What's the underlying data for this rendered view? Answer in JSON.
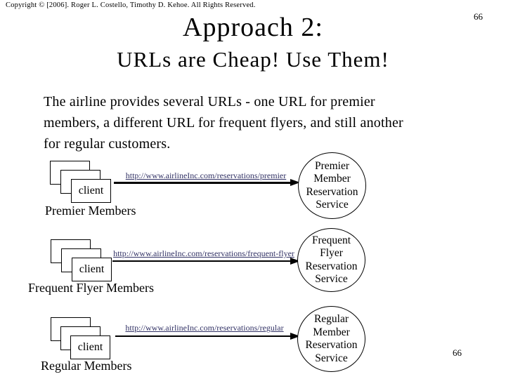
{
  "slide": {
    "copyright": "Copyright © [2006]. Roger L. Costello, Timothy D. Kehoe. All Rights Reserved.",
    "page_number_top": "66",
    "page_number_bottom": "66",
    "title": "Approach 2:",
    "subtitle": "URLs are Cheap! Use Them!",
    "body": "The airline provides several URLs - one URL for premier members, a different URL for frequent flyers, and still another for regular customers."
  },
  "colors": {
    "background": "#ffffff",
    "text": "#000000",
    "link": "#333366"
  },
  "diagram": {
    "rows": [
      {
        "client_label": "client",
        "group_label": "Premier Members",
        "url": "http://www.airlineInc.com/reservations/premier",
        "service_name": [
          "Premier",
          "Member",
          "Reservation",
          "Service"
        ]
      },
      {
        "client_label": "client",
        "group_label": "Frequent Flyer Members",
        "url": "http://www.airlineInc.com/reservations/frequent-flyer",
        "service_name": [
          "Frequent",
          "Flyer",
          "Reservation",
          "Service"
        ]
      },
      {
        "client_label": "client",
        "group_label": "Regular Members",
        "url": "http://www.airlineInc.com/reservations/regular",
        "service_name": [
          "Regular",
          "Member",
          "Reservation",
          "Service"
        ]
      }
    ]
  }
}
